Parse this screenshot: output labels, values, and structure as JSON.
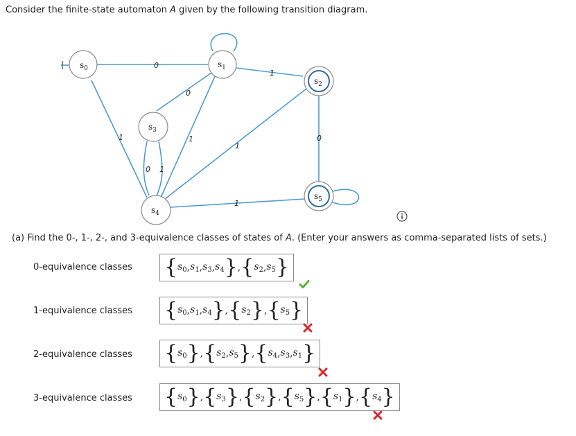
{
  "question": {
    "prefix": "Consider the finite-state automaton ",
    "automaton": "A",
    "suffix": " given by the following transition diagram."
  },
  "diagram": {
    "states": [
      {
        "id": "s0",
        "base": "s",
        "sub": "0"
      },
      {
        "id": "s1",
        "base": "s",
        "sub": "1"
      },
      {
        "id": "s2",
        "base": "s",
        "sub": "2"
      },
      {
        "id": "s3",
        "base": "s",
        "sub": "3"
      },
      {
        "id": "s4",
        "base": "s",
        "sub": "4"
      },
      {
        "id": "s5",
        "base": "s",
        "sub": "5"
      }
    ],
    "accepting_states": [
      "s2",
      "s5"
    ],
    "initial_state": "s0",
    "transitions": [
      {
        "from": "s0",
        "to": "s1",
        "label": "0"
      },
      {
        "from": "s0",
        "to": "s4",
        "label": "1"
      },
      {
        "from": "s1",
        "to": "s1",
        "label": ""
      },
      {
        "from": "s1",
        "to": "s2",
        "label": "1"
      },
      {
        "from": "s3",
        "to": "s1",
        "label": "0"
      },
      {
        "from": "s3",
        "to": "s4",
        "label": "0"
      },
      {
        "from": "s4",
        "to": "s3",
        "label": "1"
      },
      {
        "from": "s4",
        "to": "s1",
        "label": "1"
      },
      {
        "from": "s4",
        "to": "s2",
        "label": "1"
      },
      {
        "from": "s2",
        "to": "s5",
        "label": "0"
      },
      {
        "from": "s5",
        "to": "s4",
        "label": "1"
      },
      {
        "from": "s5",
        "to": "s5",
        "label": ""
      }
    ]
  },
  "part_a": {
    "prefix": "(a)  Find the 0-, 1-, 2-, and 3-equivalence classes of states of ",
    "automaton": "A",
    "suffix": ". (Enter your answers as comma-separated lists of sets.)"
  },
  "rows": [
    {
      "label": "0-equivalence classes",
      "sets": [
        [
          "0",
          "1",
          "3",
          "4"
        ],
        [
          "2",
          "5"
        ]
      ],
      "status": "correct"
    },
    {
      "label": "1-equivalence classes",
      "sets": [
        [
          "0",
          "1",
          "4"
        ],
        [
          "2"
        ],
        [
          "5"
        ]
      ],
      "status": "incorrect"
    },
    {
      "label": "2-equivalence classes",
      "sets": [
        [
          "0"
        ],
        [
          "2",
          "5"
        ],
        [
          "4",
          "3",
          "1"
        ]
      ],
      "status": "incorrect"
    },
    {
      "label": "3-equivalence classes",
      "sets": [
        [
          "0"
        ],
        [
          "3"
        ],
        [
          "2"
        ],
        [
          "5"
        ],
        [
          "1"
        ],
        [
          "4"
        ]
      ],
      "status": "incorrect"
    }
  ],
  "colors": {
    "edge": "#4d9bd1",
    "accepting": "#2e6da4",
    "correct": "#55b23a",
    "incorrect": "#d9262b"
  },
  "icons": {
    "correct": "check-icon",
    "incorrect": "cross-icon",
    "info": "info-icon"
  }
}
